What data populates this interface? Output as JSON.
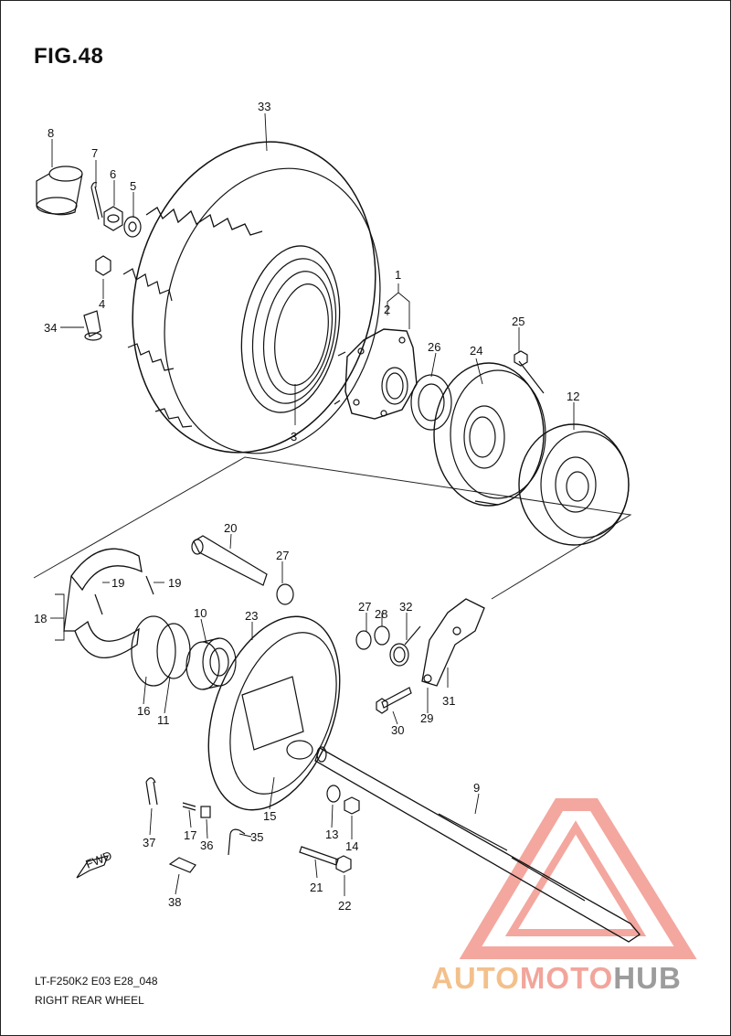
{
  "figure": {
    "title": "FIG.48",
    "code": "LT-F250K2 E03 E28_048",
    "name": "RIGHT REAR WHEEL"
  },
  "watermark": {
    "word_1": "AUTO",
    "word_2": "MOTO",
    "word_3": "HUB",
    "colors": {
      "auto": "#f3c08b",
      "moto": "#f2a59b",
      "hub": "#9c9c9c",
      "triangle": "#f08a80"
    }
  },
  "callouts": {
    "c1": "1",
    "c2": "2",
    "c3": "3",
    "c4": "4",
    "c5": "5",
    "c6": "6",
    "c7": "7",
    "c8": "8",
    "c9": "9",
    "c10": "10",
    "c11": "11",
    "c12": "12",
    "c13": "13",
    "c14": "14",
    "c15": "15",
    "c16": "16",
    "c17": "17",
    "c18": "18",
    "c19a": "19",
    "c19b": "19",
    "c20": "20",
    "c21": "21",
    "c22": "22",
    "c23": "23",
    "c24": "24",
    "c25": "25",
    "c26": "26",
    "c27a": "27",
    "c27b": "27",
    "c28": "28",
    "c29": "29",
    "c30": "30",
    "c31": "31",
    "c32": "32",
    "c33": "33",
    "c34": "34",
    "c35": "35",
    "c36": "36",
    "c37": "37",
    "c38": "38"
  },
  "fwd_label": "FWD"
}
